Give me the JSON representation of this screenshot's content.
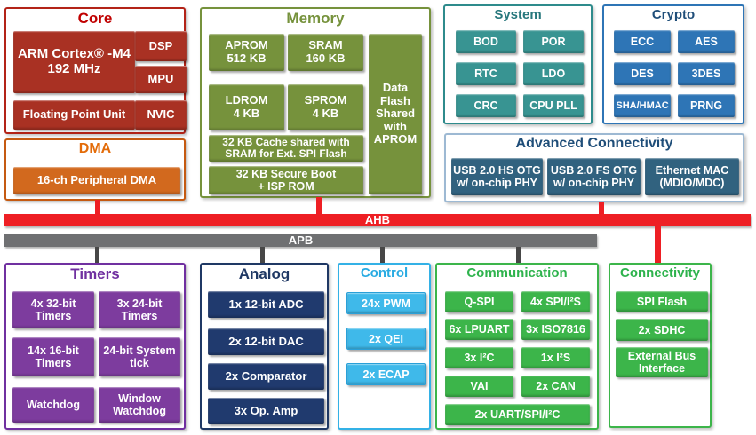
{
  "palette": {
    "core_fill": "#A93123",
    "core_accent": "#C00000",
    "dma_fill": "#D2691E",
    "dma_accent": "#E36C0A",
    "dma_border": "#C55A11",
    "memory_fill": "#76923C",
    "system_fill": "#389492",
    "system_accent": "#26777C",
    "crypto_fill": "#2E75B6",
    "crypto_accent": "#1F4E79",
    "advconn_fill": "#31627F",
    "ahb_fill": "#EE1F24",
    "apb_fill": "#6F7072",
    "timers_fill": "#7D3C9E",
    "timers_accent": "#7030A0",
    "analog_fill": "#203A6E",
    "analog_accent": "#1F3864",
    "control_fill": "#3FB9EA",
    "control_accent": "#29ABE2",
    "green_fill": "#3CB54A",
    "green_accent": "#2EB34D",
    "connector_gray": "#474747"
  },
  "buses": {
    "ahb": "AHB",
    "apb": "APB"
  },
  "groups": {
    "core": {
      "title": "Core",
      "chips": {
        "arm": "ARM Cortex® -M4\n192 MHz",
        "dsp": "DSP",
        "mpu": "MPU",
        "fpu": "Floating Point Unit",
        "nvic": "NVIC"
      }
    },
    "dma": {
      "title": "DMA",
      "chips": {
        "pdma": "16-ch Peripheral DMA"
      }
    },
    "memory": {
      "title": "Memory",
      "chips": {
        "aprom": "APROM\n512 KB",
        "sram": "SRAM\n160 KB",
        "ldrom": "LDROM\n4 KB",
        "sprom": "SPROM\n4 KB",
        "cache": "32 KB Cache shared with\nSRAM for Ext. SPI Flash",
        "boot": "32 KB Secure Boot\n+ ISP ROM",
        "dataflash": "Data\nFlash\nShared\nwith\nAPROM"
      }
    },
    "system": {
      "title": "System",
      "chips": {
        "bod": "BOD",
        "por": "POR",
        "rtc": "RTC",
        "ldo": "LDO",
        "crc": "CRC",
        "cpupll": "CPU PLL"
      }
    },
    "crypto": {
      "title": "Crypto",
      "chips": {
        "ecc": "ECC",
        "aes": "AES",
        "des": "DES",
        "tdes": "3DES",
        "sha": "SHA/HMAC",
        "prng": "PRNG"
      }
    },
    "advconn": {
      "title": "Advanced Connectivity",
      "chips": {
        "usbhs": "USB 2.0 HS OTG\nw/ on-chip PHY",
        "usbfs": "USB 2.0 FS OTG\nw/ on-chip PHY",
        "emac": "Ethernet MAC\n(MDIO/MDC)"
      }
    },
    "timers": {
      "title": "Timers",
      "chips": {
        "t32": "4x 32-bit\nTimers",
        "t24": "3x 24-bit\nTimers",
        "t16": "14x 16-bit\nTimers",
        "systick": "24-bit System\ntick",
        "wdt": "Watchdog",
        "wwdt": "Window\nWatchdog"
      }
    },
    "analog": {
      "title": "Analog",
      "chips": {
        "adc": "1x 12-bit ADC",
        "dac": "2x 12-bit DAC",
        "comp": "2x Comparator",
        "opamp": "3x Op. Amp"
      }
    },
    "control": {
      "title": "Control",
      "chips": {
        "pwm": "24x PWM",
        "qei": "2x QEI",
        "ecap": "2x ECAP"
      }
    },
    "communication": {
      "title": "Communication",
      "chips": {
        "qspi": "Q-SPI",
        "spii2s": "4x SPI/I²S",
        "lpuart": "6x LPUART",
        "iso7816": "3x ISO7816",
        "i2c": "3x I²C",
        "i2s": "1x I²S",
        "vai": "VAI",
        "can": "2x CAN",
        "uart_combo": "2x UART/SPI/I²C"
      }
    },
    "connectivity": {
      "title": "Connectivity",
      "chips": {
        "spiflash": "SPI Flash",
        "sdhc": "2x SDHC",
        "ebi": "External Bus\nInterface"
      }
    }
  }
}
